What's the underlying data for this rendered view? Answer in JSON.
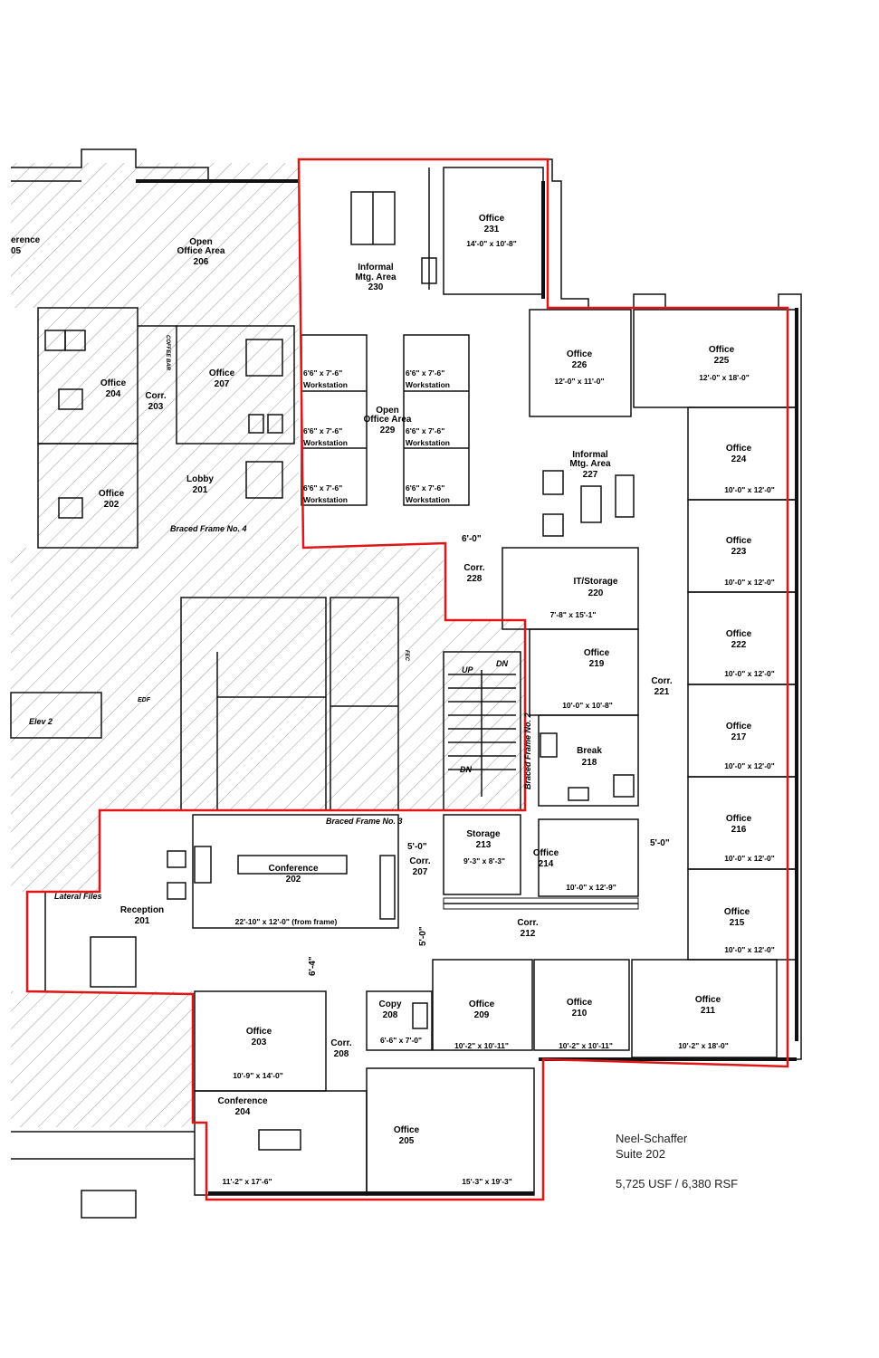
{
  "legend": {
    "company": "Neel-Schaffer",
    "suite": "Suite 202",
    "area": "5,725 USF / 6,380 RSF"
  },
  "rooms": [
    {
      "id": "office-231",
      "name": "Office",
      "num": "231",
      "dim": "14'-0\" x 10'-8\""
    },
    {
      "id": "informal-230",
      "name": "Informal",
      "name2": "Mtg. Area",
      "num": "230"
    },
    {
      "id": "open-206",
      "name": "Open",
      "name2": "Office Area",
      "num": "206"
    },
    {
      "id": "conf-205",
      "name": "erence",
      "num": "05"
    },
    {
      "id": "office-204a",
      "name": "Office",
      "num": "204"
    },
    {
      "id": "corr-203a",
      "name": "Corr.",
      "num": "203"
    },
    {
      "id": "office-207a",
      "name": "Office",
      "num": "207"
    },
    {
      "id": "office-202a",
      "name": "Office",
      "num": "202"
    },
    {
      "id": "lobby-201",
      "name": "Lobby",
      "num": "201"
    },
    {
      "id": "open-229",
      "name": "Open",
      "name2": "Office Area",
      "num": "229"
    },
    {
      "id": "office-226",
      "name": "Office",
      "num": "226",
      "dim": "12'-0\" x 11'-0\""
    },
    {
      "id": "office-225",
      "name": "Office",
      "num": "225",
      "dim": "12'-0\" x 18'-0\""
    },
    {
      "id": "informal-227",
      "name": "Informal",
      "name2": "Mtg. Area",
      "num": "227"
    },
    {
      "id": "office-224",
      "name": "Office",
      "num": "224",
      "dim": "10'-0\" x 12'-0\""
    },
    {
      "id": "office-223",
      "name": "Office",
      "num": "223",
      "dim": "10'-0\" x 12'-0\""
    },
    {
      "id": "corr-228",
      "name": "Corr.",
      "num": "228"
    },
    {
      "id": "it-220",
      "name": "IT/Storage",
      "num": "220",
      "dim": "7'-8\" x 15'-1\""
    },
    {
      "id": "office-222",
      "name": "Office",
      "num": "222",
      "dim": "10'-0\" x 12'-0\""
    },
    {
      "id": "office-219",
      "name": "Office",
      "num": "219",
      "dim": "10'-0\" x 10'-8\""
    },
    {
      "id": "corr-221",
      "name": "Corr.",
      "num": "221"
    },
    {
      "id": "office-217",
      "name": "Office",
      "num": "217",
      "dim": "10'-0\" x 12'-0\""
    },
    {
      "id": "break-218",
      "name": "Break",
      "num": "218"
    },
    {
      "id": "elev-2",
      "name": "Elev 2"
    },
    {
      "id": "office-216",
      "name": "Office",
      "num": "216",
      "dim": "10'-0\" x 12'-0\""
    },
    {
      "id": "storage-213",
      "name": "Storage",
      "num": "213",
      "dim": "9'-3\" x 8'-3\""
    },
    {
      "id": "office-214",
      "name": "Office",
      "num": "214",
      "dim": "10'-0\" x 12'-9\""
    },
    {
      "id": "conf-202",
      "name": "Conference",
      "num": "202",
      "dim": "22'-10\" x 12'-0\" (from frame)"
    },
    {
      "id": "corr-207",
      "name": "Corr.",
      "num": "207"
    },
    {
      "id": "reception-201",
      "name": "Reception",
      "num": "201"
    },
    {
      "id": "office-215",
      "name": "Office",
      "num": "215",
      "dim": "10'-0\" x 12'-0\""
    },
    {
      "id": "corr-212",
      "name": "Corr.",
      "num": "212"
    },
    {
      "id": "office-203",
      "name": "Office",
      "num": "203",
      "dim": "10'-9\" x 14'-0\""
    },
    {
      "id": "corr-208",
      "name": "Corr.",
      "num": "208"
    },
    {
      "id": "copy-208",
      "name": "Copy",
      "num": "208",
      "dim": "6'-6\" x 7'-0\""
    },
    {
      "id": "office-209",
      "name": "Office",
      "num": "209",
      "dim": "10'-2\" x 10'-11\""
    },
    {
      "id": "office-210",
      "name": "Office",
      "num": "210",
      "dim": "10'-2\" x 10'-11\""
    },
    {
      "id": "office-211",
      "name": "Office",
      "num": "211",
      "dim": "10'-2\" x 18'-0\""
    },
    {
      "id": "conf-204",
      "name": "Conference",
      "num": "204",
      "dim": "11'-2\" x 17'-6\""
    },
    {
      "id": "office-205",
      "name": "Office",
      "num": "205",
      "dim": "15'-3\" x 19'-3\""
    }
  ],
  "workstations": [
    {
      "size": "6'6\" x 7'-6\"",
      "label": "Workstation"
    },
    {
      "size": "6'6\" x 7'-6\"",
      "label": "Workstation"
    },
    {
      "size": "6'6\" x 7'-6\"",
      "label": "Workstation"
    },
    {
      "size": "6'6\" x 7'-6\"",
      "label": "Workstation"
    },
    {
      "size": "6'6\" x 7'-6\"",
      "label": "Workstation"
    },
    {
      "size": "6'6\" x 7'-6\"",
      "label": "Workstation"
    }
  ],
  "annotations": {
    "braced_frame_4": "Braced Frame No. 4",
    "braced_frame_3": "Braced Frame No. 3",
    "braced_frame_2": "Braced Frame No. 2",
    "lateral_files": "Lateral Files",
    "dim_6_0": "6'-0\"",
    "dim_5_0a": "5'-0\"",
    "dim_5_0b": "5'-0\"",
    "dim_5_0c": "5'-0\"",
    "dim_6_4": "6'-4\"",
    "up": "UP",
    "dn": "DN",
    "dn2": "DN",
    "edf": "EDF",
    "fec": "FEC",
    "coffee_bar": "COFFEE BAR"
  },
  "colors": {
    "suite_outline": "#e01515",
    "walls": "#111111",
    "hatch": "#9a9a9a"
  }
}
